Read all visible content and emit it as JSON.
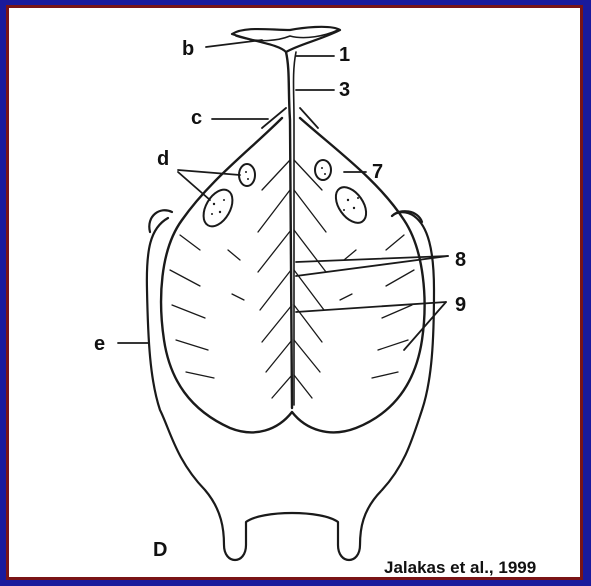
{
  "labels": {
    "b": "b",
    "c": "c",
    "d": "d",
    "e": "e",
    "n1": "1",
    "n3": "3",
    "n7": "7",
    "n8": "8",
    "n9": "9",
    "panel": "D"
  },
  "citation": "Jalakas et al., 1999",
  "colors": {
    "background": "#1a1a9c",
    "border": "#7a1416",
    "canvas": "#ffffff",
    "ink": "#1a1a1a"
  }
}
